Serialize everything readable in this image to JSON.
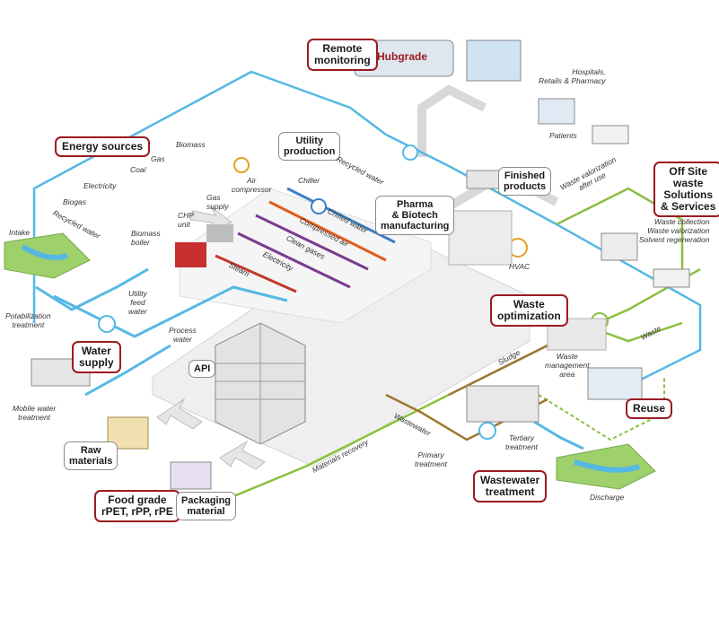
{
  "colors": {
    "blue": "#55b8e3",
    "green": "#8cbf3f",
    "brown": "#a0772e",
    "red": "#9b1b22",
    "steam": "#c0392b",
    "purple": "#7b3b8f",
    "grey_road": "#d8d8d8"
  },
  "boxes": {
    "remote_monitoring": [
      "Remote",
      "monitoring"
    ],
    "hubgrade": "Hubgrade",
    "energy_sources": "Energy sources",
    "utility_production": [
      "Utility",
      "production"
    ],
    "finished_products": [
      "Finished",
      "products"
    ],
    "off_site": [
      "Off Site",
      "waste",
      "Solutions",
      "& Services"
    ],
    "pharma": [
      "Pharma",
      "& Biotech",
      "manufacturing"
    ],
    "waste_optimization": [
      "Waste",
      "optimization"
    ],
    "water_supply": [
      "Water",
      "supply"
    ],
    "api": "API",
    "reuse": "Reuse",
    "raw_materials": [
      "Raw",
      "materials"
    ],
    "wastewater_treatment": [
      "Wastewater",
      "treatment"
    ],
    "food_grade": [
      "Food grade",
      "rPET, rPP, rPE"
    ],
    "packaging_material": [
      "Packaging",
      "material"
    ]
  },
  "labels": {
    "hospitals": [
      "Hospitals,",
      "Retails & Pharmacy"
    ],
    "patients": "Patients",
    "recycled_water_top": "Recycled water",
    "recycled_water_left": "Recycled water",
    "waste_valorization": [
      "Waste valorization",
      "after use"
    ],
    "waste_services": [
      "Waste collection",
      "Waste valorization",
      "Solvent regeneration"
    ],
    "biomass": "Biomass",
    "gas": "Gas",
    "coal": "Coal",
    "electricity_src": "Electricity",
    "biogas": "Biogas",
    "air_compressor": [
      "Air",
      "compressor"
    ],
    "chiller": "Chiller",
    "gas_supply": [
      "Gas",
      "supply"
    ],
    "chp_unit": [
      "CHP",
      "unit"
    ],
    "biomass_boiler": [
      "Biomass",
      "boiler"
    ],
    "chilled_water": "Chilled water",
    "compressed_air": "Compressed air",
    "clean_gases": "Clean gases",
    "electricity_line": "Electricity",
    "steam": "Steam",
    "hvac": "HVAC",
    "intake": "Intake",
    "utility_feed_water": [
      "Utility",
      "feed",
      "water"
    ],
    "potabilization": [
      "Potabilization",
      "treatment"
    ],
    "process_water": [
      "Process",
      "water"
    ],
    "mobile_water": [
      "Mobile water",
      "treatment"
    ],
    "waste_management": [
      "Waste",
      "management",
      "area"
    ],
    "waste": "Waste",
    "sludge": "Sludge",
    "wastewater": "Wastewater",
    "tertiary": [
      "Tertiary",
      "treatment"
    ],
    "primary": [
      "Primary",
      "treatment"
    ],
    "materials_recovery": "Materials recovery",
    "discharge": "Discharge"
  }
}
